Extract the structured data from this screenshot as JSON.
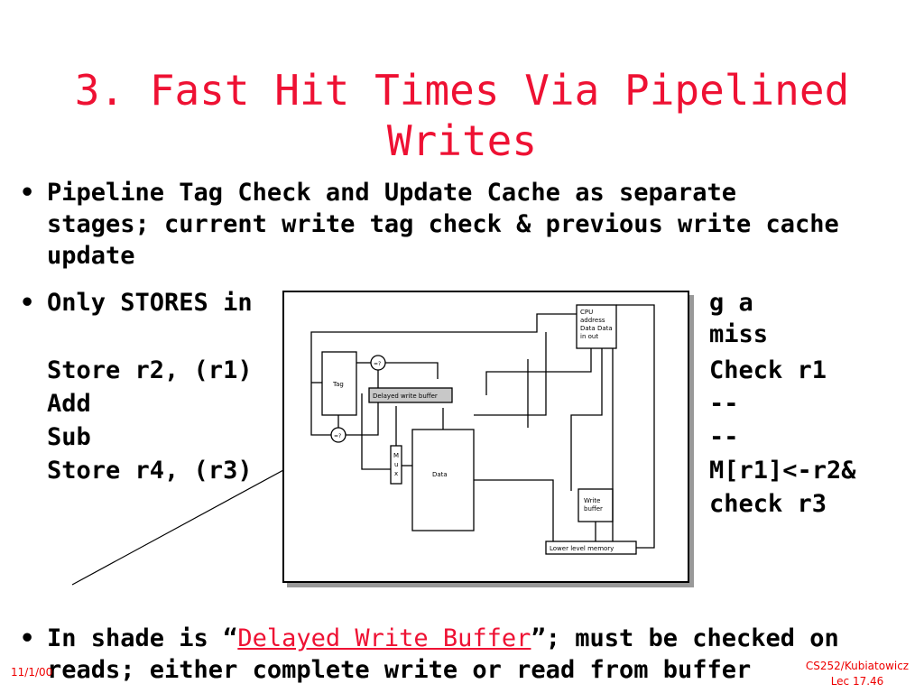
{
  "slide": {
    "title_line1": "3. Fast Hit Times Via Pipelined",
    "title_line2": "Writes",
    "bullet1": {
      "line1": "Pipeline Tag Check and Update Cache as separate",
      "line2": "stages; current write tag check & previous write cache",
      "line3": "update"
    },
    "bullet2": {
      "start": "Only STORES in",
      "end": "g a miss"
    },
    "code_left": [
      "Store r2, (r1)",
      "Add",
      "Sub",
      "Store r4, (r3)"
    ],
    "code_right": [
      "Check r1",
      "--",
      "--",
      "M[r1]<-r2&",
      "check r3"
    ],
    "bullet3": {
      "prefix": "In shade is “",
      "link": "Delayed Write Buffer",
      "suffix": "”; must be checked on",
      "line2": "reads; either complete write or read from buffer"
    },
    "bullet_symbol": "•",
    "footer_date": "11/1/00",
    "footer_course": "CS252/Kubiatowicz",
    "footer_lecture": "Lec 17.46"
  },
  "diagram": {
    "cpu_lines": [
      "CPU",
      "address",
      "Data  Data",
      "in      out"
    ],
    "tag_label": "Tag",
    "delayed_buffer_label": "Delayed write buffer",
    "mux_letters": [
      "M",
      "u",
      "x"
    ],
    "data_label": "Data",
    "write_buffer_lines": [
      "Write",
      "buffer"
    ],
    "lower_memory_label": "Lower level memory",
    "comparator_symbol": "=?"
  }
}
